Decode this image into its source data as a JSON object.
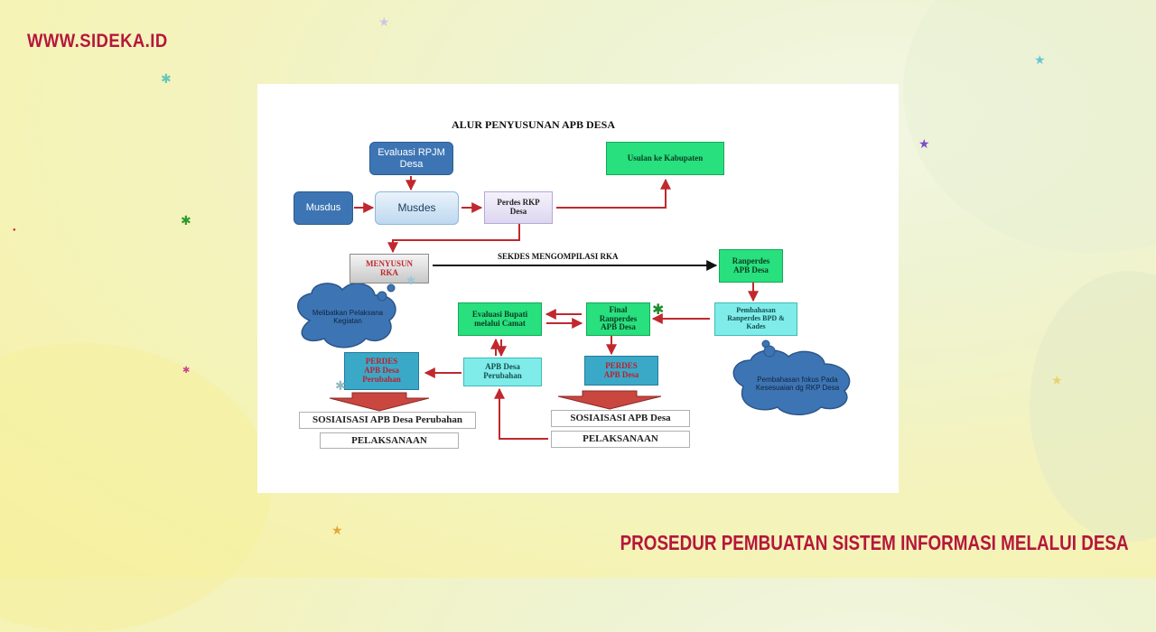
{
  "site": {
    "label": "WWW.SIDEKA.ID"
  },
  "caption": "PROSEDUR PEMBUATAN SISTEM INFORMASI MELALUI DESA",
  "colors": {
    "accent": "#b5173c",
    "arrow": "#c0282e",
    "panel_bg": "#ffffff"
  },
  "diagram": {
    "title": "ALUR PENYUSUNAN APB DESA",
    "nodes": {
      "evaluasi_rpjm": "Evaluasi RPJM Desa",
      "musdus": "Musdus",
      "musdes": "Musdes",
      "perdes_rkp": "Perdes RKP Desa",
      "usulan_kabupaten": "Usulan ke Kabupaten",
      "menyusun_rka": "MENYUSUN RKA",
      "ranperdes_apb": "Ranperdes APB Desa",
      "pembahasan_ranperdes": "Pembahasan Ranperdes BPD & Kades",
      "final_ranperdes": "Final Ranperdes APB Desa",
      "evaluasi_bupati": "Evaluasi Bupati melalui Camat",
      "perdes_apb": "PERDES APB Desa",
      "apb_perubahan": "APB Desa Perubahan",
      "perdes_apb_perubahan": "PERDES APB Desa Perubahan",
      "sosialisasi_perubahan": "SOSIAISASI APB Desa Perubahan",
      "pelaksanaan_left": "PELAKSANAAN",
      "sosialisasi_apb": "SOSIAISASI APB Desa",
      "pelaksanaan_right": "PELAKSANAAN"
    },
    "clouds": {
      "melibatkan": "Melibatkan Pelaksana Kegiatan",
      "pembahasan_fokus": "Pembahasan fokus Pada Kesesuaian dg RKP Desa"
    },
    "labels": {
      "sekdes": "SEKDES MENGOMPILASI RKA"
    }
  }
}
